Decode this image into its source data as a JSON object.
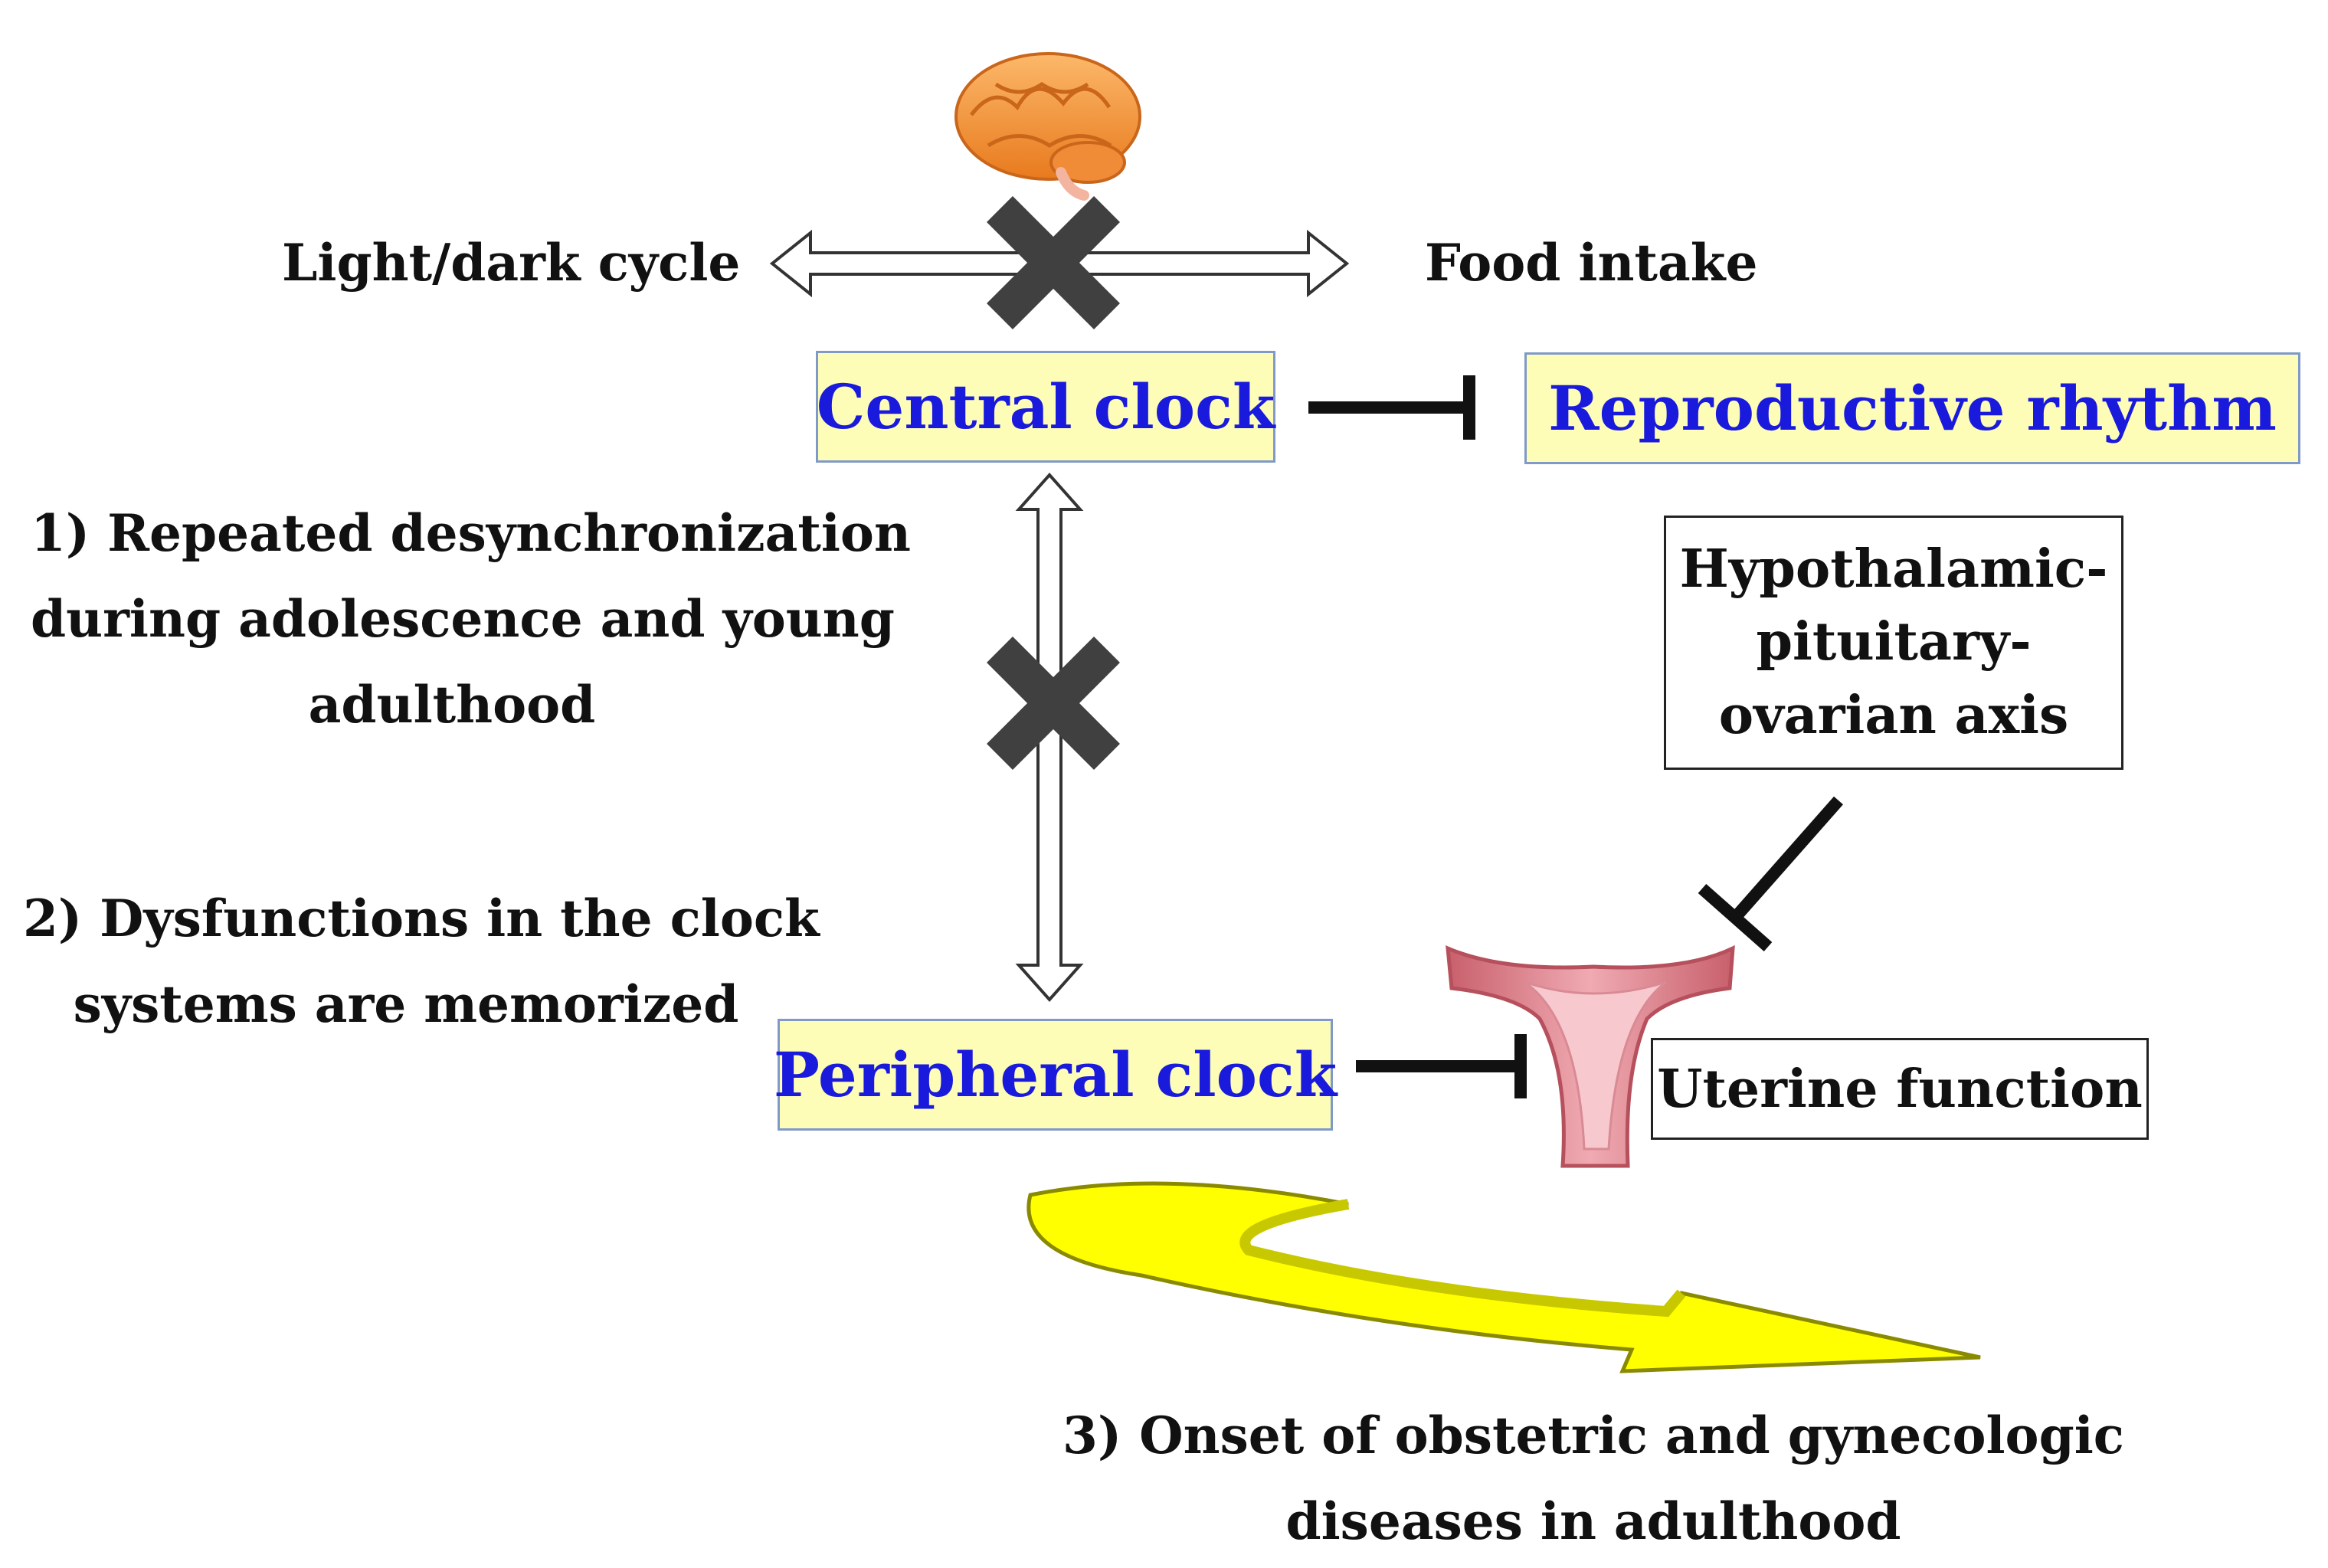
{
  "inputs": {
    "light_dark_cycle": "Light/dark cycle",
    "food_intake": "Food intake"
  },
  "nodes": {
    "central_clock": "Central clock",
    "reproductive_rhythm": "Reproductive rhythm",
    "peripheral_clock": "Peripheral clock",
    "hpo_axis": [
      "Hypothalamic-",
      "pituitary-",
      "ovarian axis"
    ],
    "uterine_function": "Uterine function"
  },
  "notes": {
    "note1": [
      "1) Repeated desynchronization",
      "during adolescence and young",
      "adulthood"
    ],
    "note2": [
      "2) Dysfunctions in the clock",
      "systems are memorized"
    ],
    "note3": [
      "3) Onset of obstetric and gynecologic",
      "diseases in adulthood"
    ]
  },
  "icons": [
    "brain-icon",
    "uterus-icon",
    "cross-mark-icon"
  ],
  "colors": {
    "box_fill": "#fdfdb8",
    "box_text": "#1a1add",
    "curved_arrow": "#ffff00",
    "cross_mark": "#404040",
    "brain": "#f59a3a",
    "uterus": "#d9808a"
  }
}
